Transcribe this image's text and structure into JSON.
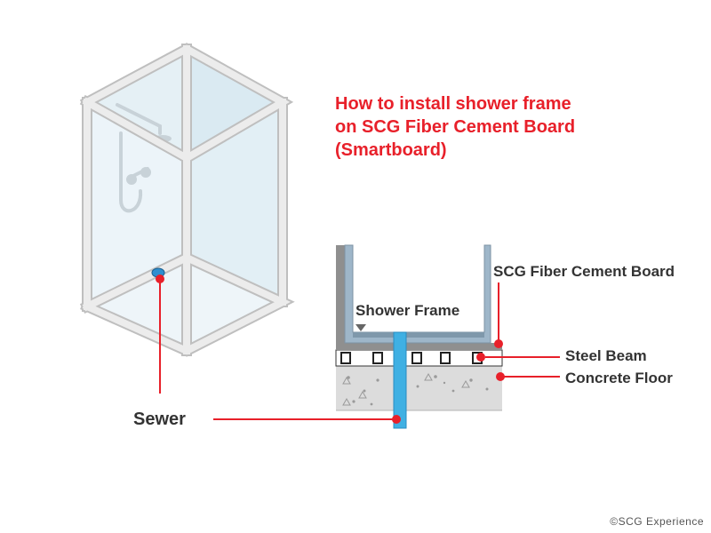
{
  "title": {
    "line1": "How to install shower frame",
    "line2": "on SCG Fiber Cement Board",
    "line3": "(Smartboard)"
  },
  "labels": {
    "board": "SCG Fiber Cement Board",
    "frame": "Shower Frame",
    "beam": "Steel Beam",
    "floor": "Concrete Floor",
    "sewer": "Sewer"
  },
  "copyright": "©SCG Experience",
  "colors": {
    "title": "#e8202a",
    "leader": "#e8202a",
    "pipe": "#3fb0e3",
    "frame": "#e6e6e6",
    "glass": "#dcecf4"
  }
}
